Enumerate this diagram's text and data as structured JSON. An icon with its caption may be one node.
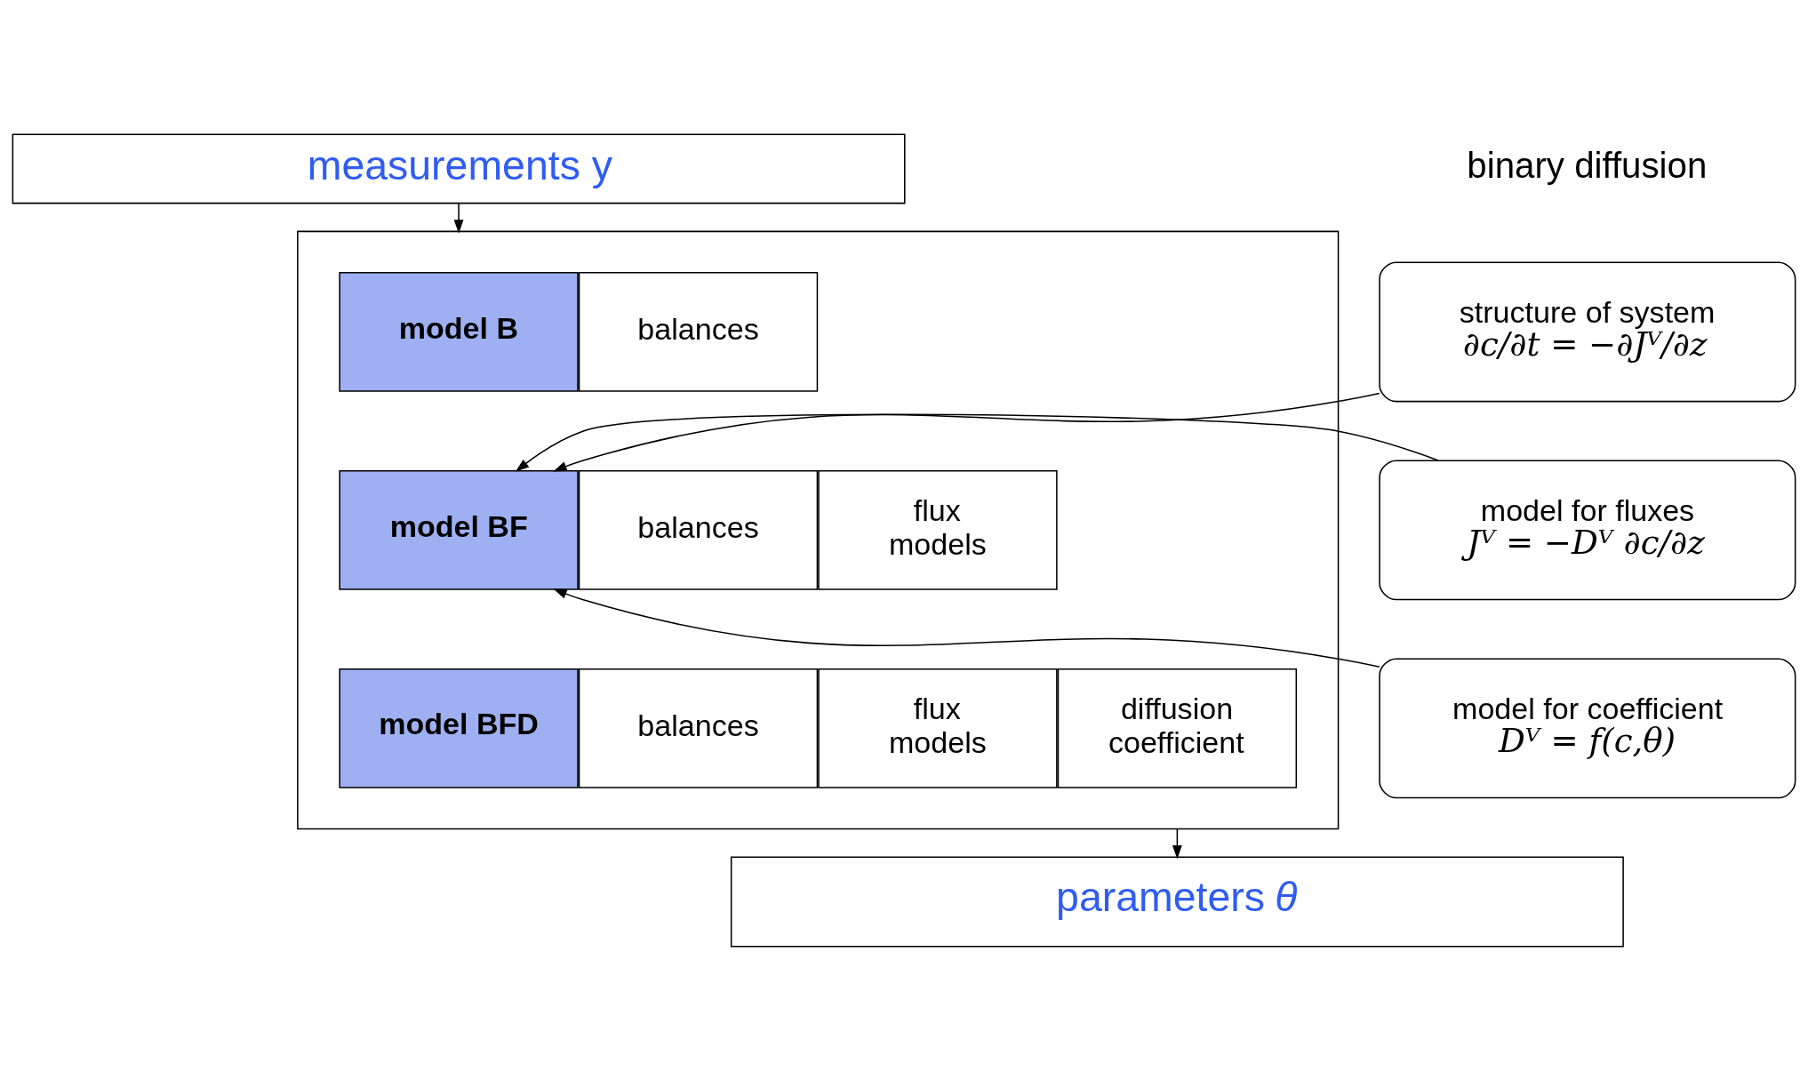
{
  "diagram": {
    "nodes": [
      {
        "text": [
          "measurements y"
        ]
      },
      {
        "text": [],
        "shape": "box"
      },
      {
        "text": [
          "model B"
        ],
        "in": 1
      },
      {
        "text": [
          "balances"
        ],
        "in": 1
      },
      {
        "text": [
          "model BF"
        ],
        "in": 1
      },
      {
        "text": [
          "balances"
        ],
        "in": 1
      },
      {
        "text": [
          "flux models"
        ],
        "in": 1
      },
      {
        "text": [
          "model BFD"
        ],
        "in": 1
      },
      {
        "text": [
          "balances"
        ],
        "in": 1
      },
      {
        "text": [
          "flux models"
        ],
        "in": 1
      },
      {
        "text": [
          "diffusion coefficient"
        ],
        "in": 1
      },
      {
        "text": [
          "structure of system",
          "∂c/∂t = −∂Jⱽ/∂z"
        ]
      },
      {
        "text": [
          "model for fluxes",
          "Jⱽ = −Dⱽ ∂c/∂z"
        ]
      },
      {
        "text": [
          "model for coefficient",
          "Dⱽ = f(c,θ)"
        ]
      },
      {
        "text": [
          "parameters *θ*"
        ]
      }
    ],
    "edges": [
      {
        "from": 0,
        "to": 1,
        "arrow": "to"
      },
      {
        "from": 11,
        "to": 4,
        "arrow": "to"
      },
      {
        "from": 12,
        "to": 4,
        "arrow": "to"
      },
      {
        "from": 13,
        "to": 4,
        "arrow": "to"
      },
      {
        "from": 1,
        "to": 14,
        "arrow": "to"
      }
    ],
    "labels": [
      "binary diffusion"
    ]
  }
}
